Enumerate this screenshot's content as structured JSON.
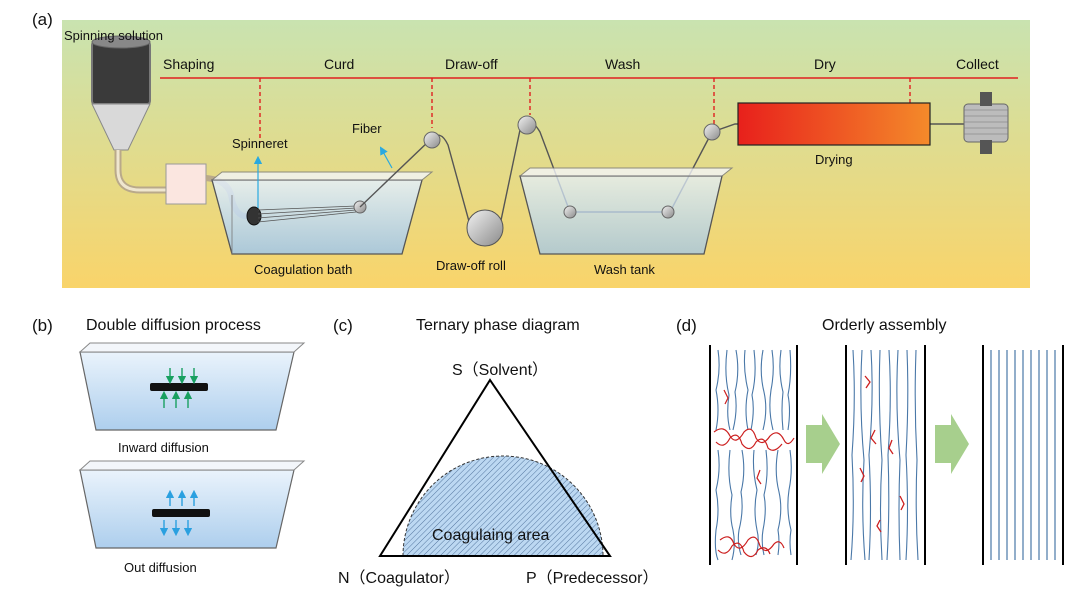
{
  "panel_a": {
    "tag": "(a)",
    "spinning_solution": "Spinning solution",
    "stages": [
      "Shaping",
      "Curd",
      "Draw-off",
      "Wash",
      "Dry",
      "Collect"
    ],
    "labels": {
      "spinneret": "Spinneret",
      "fiber": "Fiber",
      "drying": "Drying",
      "coagulation_bath": "Coagulation bath",
      "draw_off_roll": "Draw-off roll",
      "wash_tank": "Wash tank"
    }
  },
  "panel_b": {
    "tag": "(b)",
    "title": "Double diffusion process",
    "inward": "Inward diffusion",
    "outward": "Out diffusion"
  },
  "panel_c": {
    "tag": "(c)",
    "title": "Ternary phase diagram",
    "vertex_s": "S（Solvent）",
    "vertex_n": "N（Coagulator）",
    "vertex_p": "P（Predecessor）",
    "area": "Coagulaing area"
  },
  "panel_d": {
    "tag": "(d)",
    "title": "Orderly assembly"
  },
  "colors": {
    "timeline": "#e02020",
    "bg_top": "#c9e3b0",
    "bg_bottom": "#f9d46a",
    "water": "#9fc6ea",
    "fiber_blue": "#4a78a8",
    "tangle_red": "#cc1f1f",
    "arrow_green": "#a7cf8d"
  }
}
